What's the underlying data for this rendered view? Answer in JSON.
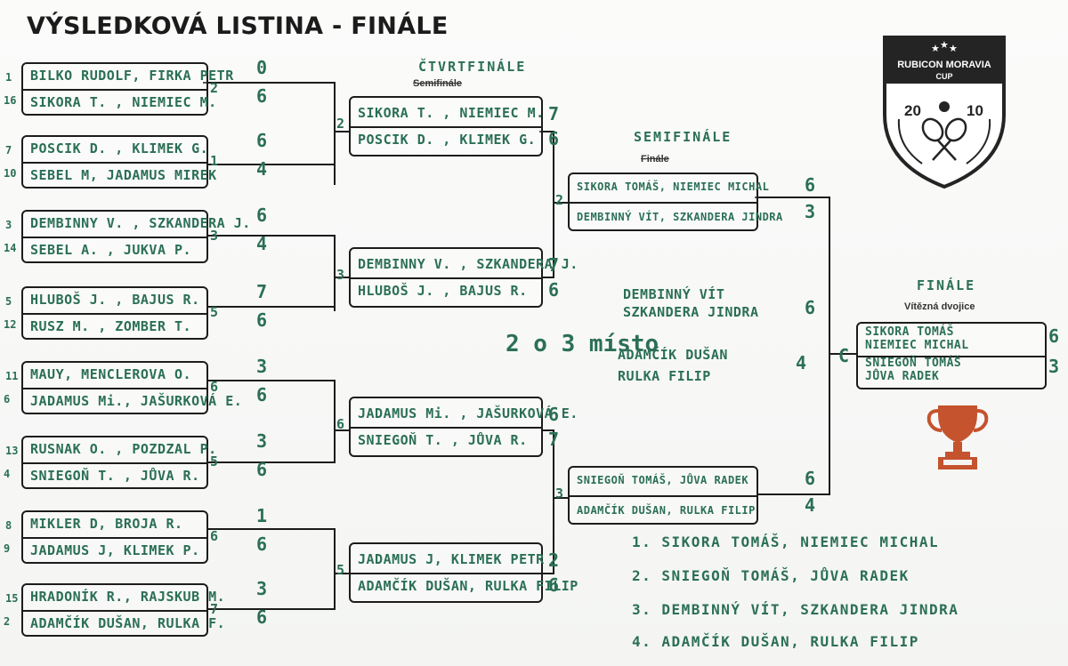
{
  "title": "VÝSLEDKOVÁ LISTINA - FINÁLE",
  "labels": {
    "quarterfinal": "ČTVRTFINÁLE",
    "quarterfinal_printed": "Semifinále",
    "semifinal": "SEMIFINÁLE",
    "semifinal_printed": "Finále",
    "final": "FINÁLE",
    "final_printed": "Vítězná dvojice",
    "third_place": "2 o 3 místo"
  },
  "logo": {
    "name": "RUBICON MORAVIA",
    "subtitle": "CUP",
    "year_left": "20",
    "year_right": "10",
    "colors": {
      "dark": "#242424",
      "accent": "#ffffff"
    }
  },
  "round1": [
    {
      "seed1": "1",
      "team1": "BILKO RUDOLF, FIRKA PETR",
      "score1": "0",
      "seed2": "16",
      "team2": "SIKORA T. , NIEMIEC M.",
      "score2": "6",
      "winner": "2"
    },
    {
      "seed1": "7",
      "team1": "POSCIK D. , KLIMEK G.",
      "score1": "6",
      "seed2": "10",
      "team2": "SEBEL M, JADAMUS MIREK",
      "score2": "4",
      "winner": "1"
    },
    {
      "seed1": "3",
      "team1": "DEMBINNY V. , SZKANDERA J.",
      "score1": "6",
      "seed2": "14",
      "team2": "SEBEL A. , JUKVA P.",
      "score2": "4",
      "winner": "3"
    },
    {
      "seed1": "5",
      "team1": "HLUBOŠ J. , BAJUS R.",
      "score1": "7",
      "seed2": "12",
      "team2": "RUSZ M. , ZOMBER T.",
      "score2": "6",
      "winner": "5"
    },
    {
      "seed1": "11",
      "team1": "MAUY, MENCLEROVA O.",
      "score1": "3",
      "seed2": "6",
      "team2": "JADAMUS Mi., JAŠURKOVÁ E.",
      "score2": "6",
      "winner": "6"
    },
    {
      "seed1": "13",
      "team1": "RUSNAK O. , POZDZAL P.",
      "score1": "3",
      "seed2": "4",
      "team2": "SNIEGOŇ T. , JŮVA R.",
      "score2": "6",
      "winner": "5"
    },
    {
      "seed1": "8",
      "team1": "MIKLER D, BROJA R.",
      "score1": "1",
      "seed2": "9",
      "team2": "JADAMUS J, KLIMEK P.",
      "score2": "6",
      "winner": "6"
    },
    {
      "seed1": "15",
      "team1": "HRADONÍK R., RAJSKUB M.",
      "score1": "3",
      "seed2": "2",
      "team2": "ADAMČÍK DUŠAN, RULKA F.",
      "score2": "6",
      "winner": "7"
    }
  ],
  "quarterfinals": [
    {
      "team1": "SIKORA T. , NIEMIEC M.",
      "score1": "7",
      "team2": "POSCIK D. , KLIMEK G.",
      "score2": "6",
      "winner": "2"
    },
    {
      "team1": "DEMBINNY V. , SZKANDERA J.",
      "score1": "7",
      "team2": "HLUBOŠ J. , BAJUS R.",
      "score2": "6",
      "winner": "3"
    },
    {
      "team1": "JADAMUS Mi. , JAŠURKOVÁ E.",
      "score1": "6",
      "team2": "SNIEGOŇ T. , JŮVA R.",
      "score2": "7",
      "winner": "6"
    },
    {
      "team1": "JADAMUS J, KLIMEK PETR",
      "score1": "2",
      "team2": "ADAMČÍK DUŠAN, RULKA FILIP",
      "score2": "6",
      "winner": "5"
    }
  ],
  "semifinals": [
    {
      "team1": "SIKORA TOMÁŠ, NIEMIEC MICHAL",
      "score1": "6",
      "team2": "DEMBINNÝ VÍT, SZKANDERA JINDRA",
      "score2": "3",
      "winner": "2"
    },
    {
      "team1": "SNIEGOŇ TOMÁŠ, JŮVA RADEK",
      "score1": "6",
      "team2": "ADAMČÍK DUŠAN, RULKA FILIP",
      "score2": "4",
      "winner": "3"
    }
  ],
  "third_place_match": {
    "team1": "DEMBINNÝ VÍT",
    "team1b": "SZKANDERA JINDRA",
    "score1": "6",
    "team2": "ADAMČÍK DUŠAN",
    "team2b": "RULKA FILIP",
    "score2": "4"
  },
  "final": {
    "team1a": "SIKORA TOMÁŠ",
    "team1b": "NIEMIEC MICHAL",
    "score1": "6",
    "team2a": "SNIEGOŇ TOMÁŠ",
    "team2b": "JŮVA RADEK",
    "score2": "3",
    "winner": "C"
  },
  "results": [
    "1. SIKORA TOMÁŠ, NIEMIEC MICHAL",
    "2. SNIEGOŇ TOMÁŠ, JŮVA RADEK",
    "3. DEMBINNÝ VÍT, SZKANDERA JINDRA",
    "4. ADAMČÍK DUŠAN, RULKA FILIP"
  ]
}
